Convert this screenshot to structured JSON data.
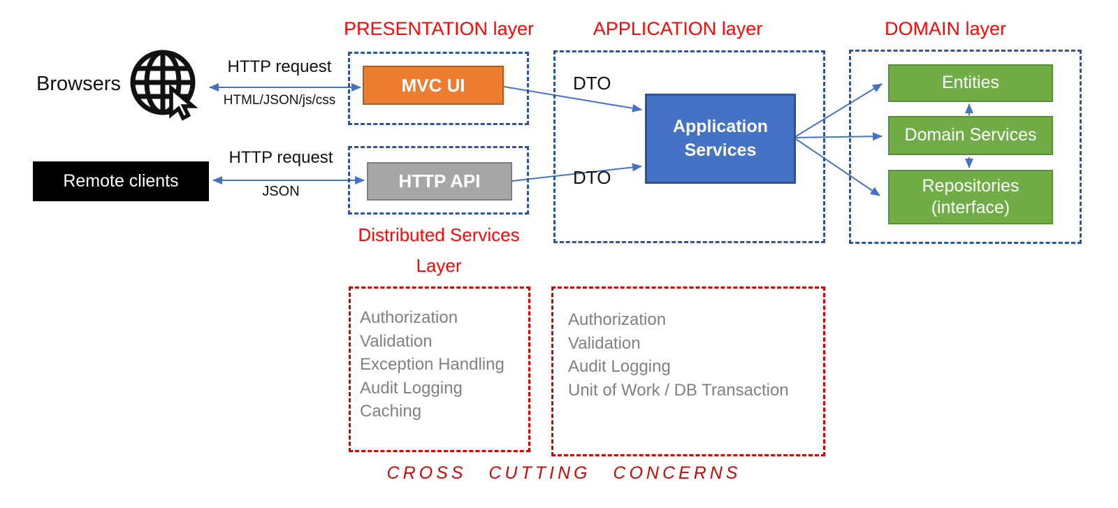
{
  "layers": {
    "presentation_title": "PRESENTATION layer",
    "application_title": "APPLICATION layer",
    "domain_title": "DOMAIN layer",
    "distributed_title_line1": "Distributed Services",
    "distributed_title_line2": "Layer"
  },
  "clients": {
    "browsers_label": "Browsers",
    "remote_clients_label": "Remote clients"
  },
  "connections": {
    "browser_arrow_top_label": "HTTP request",
    "browser_arrow_bottom_label": "HTML/JSON/js/css",
    "remote_arrow_top_label": "HTTP request",
    "remote_arrow_bottom_label": "JSON",
    "dto_top_label": "DTO",
    "dto_bottom_label": "DTO"
  },
  "components": {
    "mvc_ui_label": "MVC UI",
    "http_api_label": "HTTP API",
    "application_services_label": "Application Services",
    "entities_label": "Entities",
    "domain_services_label": "Domain Services",
    "repositories_label": "Repositories (interface)"
  },
  "cross_cutting": {
    "distributed_items": [
      "Authorization",
      "Validation",
      "Exception Handling",
      "Audit Logging",
      "Caching"
    ],
    "application_items": [
      "Authorization",
      "Validation",
      "Audit Logging",
      "Unit of Work / DB Transaction"
    ],
    "footer_label": "CROSS CUTTING CONCERNS"
  },
  "colors": {
    "layer_title_red": "#FF0505",
    "dashed_box_red": "#D40000",
    "dashed_box_blue": "#2F5597",
    "arrow_blue": "#4472C4",
    "mvc_orange": "#ED7D31",
    "api_gray": "#A6A6A6",
    "services_blue": "#4472C4",
    "domain_green": "#70AD47",
    "list_text_gray": "#808080",
    "remote_clients_bg": "#000000"
  }
}
